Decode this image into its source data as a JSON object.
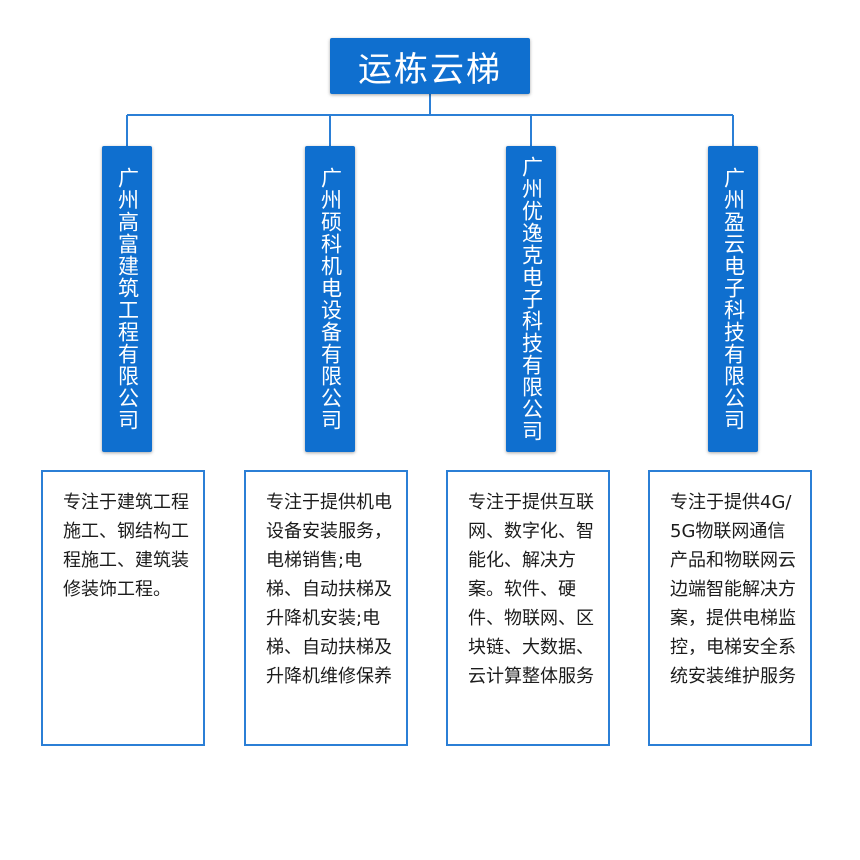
{
  "root": {
    "title": "运栋云梯"
  },
  "companies": [
    {
      "name": "广州高富建筑工程有限公司",
      "description": "专注于建筑工程施工、钢结构工程施工、建筑装修装饰工程。"
    },
    {
      "name": "广州硕科机电设备有限公司",
      "description": "专注于提供机电设备安装服务，电梯销售;电梯、自动扶梯及升降机安装;电梯、自动扶梯及升降机维修保养"
    },
    {
      "name": "广州优逸克电子科技有限公司",
      "description": "专注于提供互联网、数字化、智能化、解决方案。软件、硬件、物联网、区块链、大数据、云计算整体服务"
    },
    {
      "name": "广州盈云电子科技有限公司",
      "description": "专注于提供4G/5G物联网通信产品和物联网云边端智能解决方案，提供电梯监控，电梯安全系统安装维护服务"
    }
  ],
  "colors": {
    "node_fill": "#0f6fcf",
    "connector": "#2b7fd6",
    "box_border": "#2b7fd6",
    "text_dark": "#1c1c1c"
  }
}
